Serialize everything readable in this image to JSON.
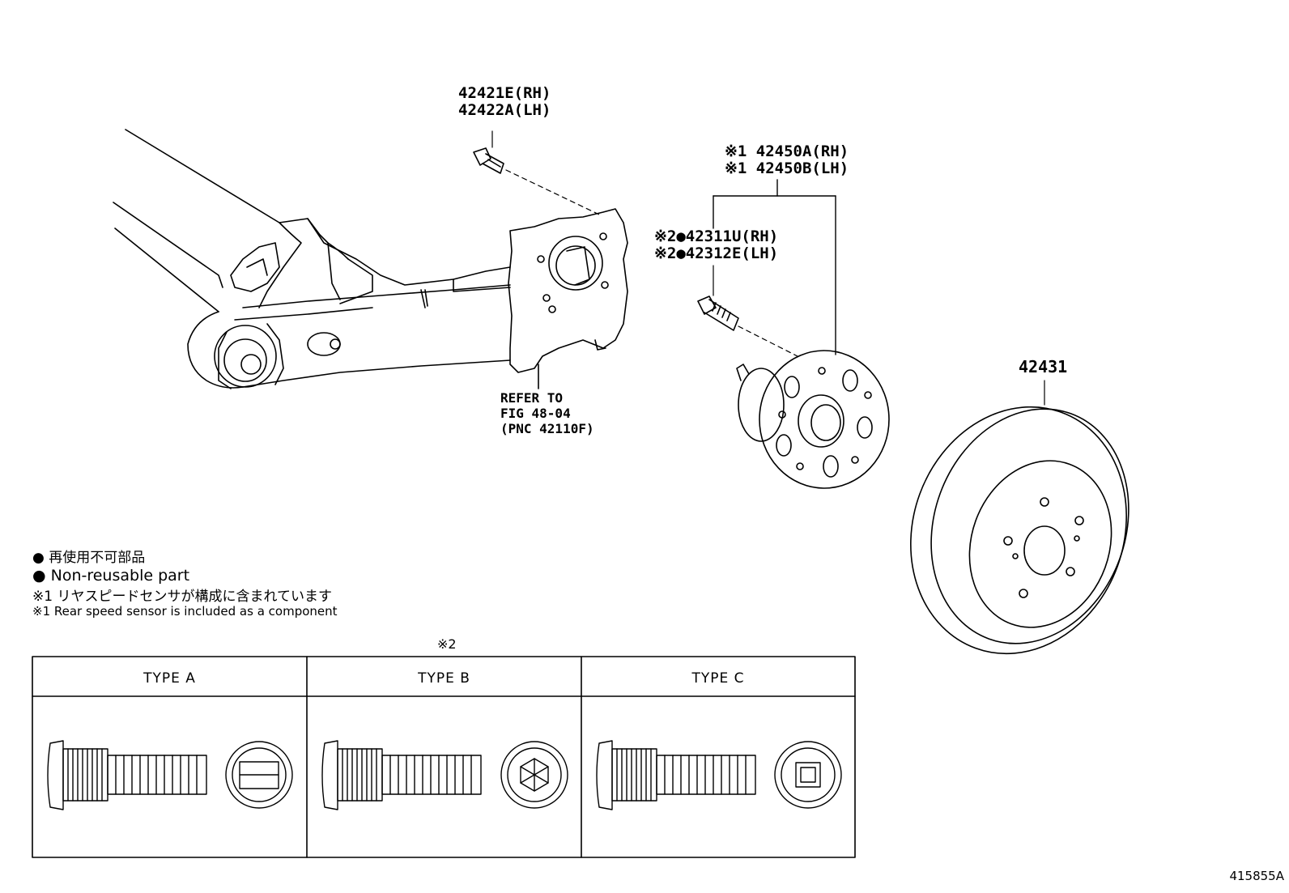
{
  "callouts": {
    "bolt": [
      "42421E(RH)",
      "42422A(LH)"
    ],
    "hub": [
      "※1 42450A(RH)",
      "※1 42450B(LH)"
    ],
    "stud": [
      "※2●42311U(RH)",
      "※2●42312E(LH)"
    ],
    "rotor": "42431",
    "refer": [
      "REFER TO",
      "FIG 48-04",
      "(PNC 42110F)"
    ]
  },
  "notes": {
    "nonreusable_jp": "● 再使用不可部品",
    "nonreusable_en": "● Non-reusable part",
    "sensor_jp": "※1 リヤスピードセンサが構成に含まれています",
    "sensor_en": "※1 Rear speed sensor is included as a component"
  },
  "table": {
    "marker": "※2",
    "types": [
      "TYPE A",
      "TYPE B",
      "TYPE C"
    ]
  },
  "figure_id": "415855A"
}
